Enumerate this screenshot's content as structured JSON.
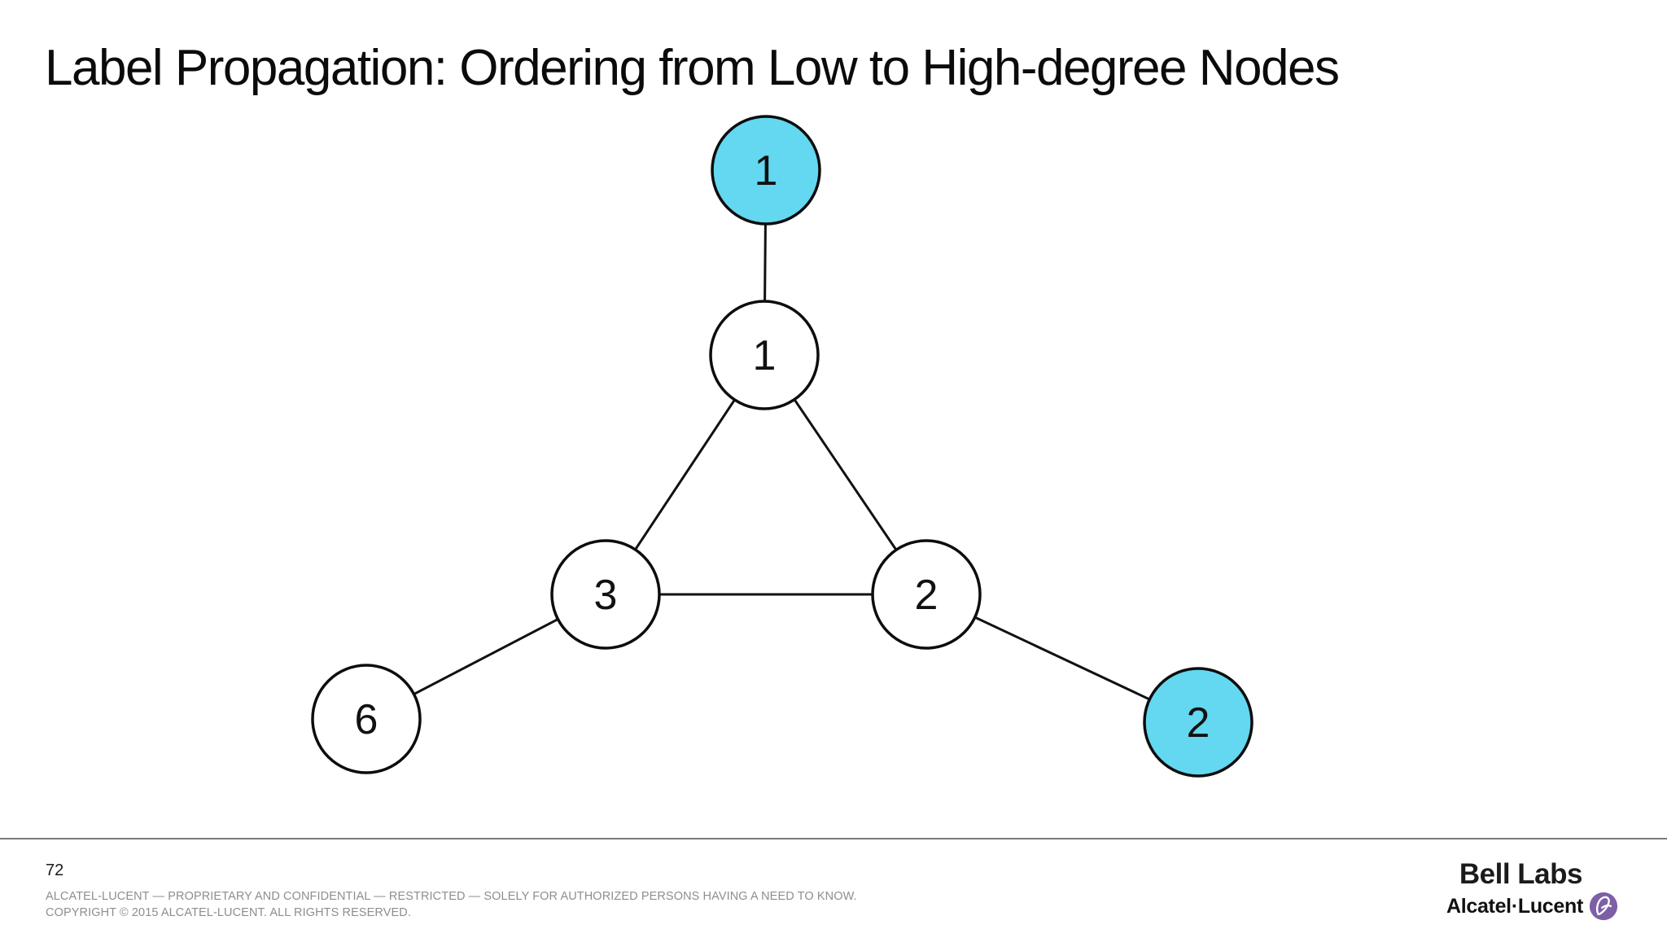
{
  "slide": {
    "title": "Label Propagation: Ordering from Low to High-degree Nodes",
    "page_number": "72",
    "confidentiality": "ALCATEL-LUCENT — PROPRIETARY AND CONFIDENTIAL — RESTRICTED — SOLELY FOR AUTHORIZED PERSONS HAVING A NEED TO KNOW.",
    "copyright": "COPYRIGHT © 2015 ALCATEL-LUCENT. ALL RIGHTS RESERVED."
  },
  "brand": {
    "bell_labs": "Bell Labs",
    "alcatel_lucent": "Alcatel·Lucent",
    "logo_color": "#7d5fa7"
  },
  "graph": {
    "colors": {
      "highlight_fill": "#63d8f0",
      "default_fill": "#ffffff",
      "stroke": "#111111"
    },
    "nodes": [
      {
        "id": "top",
        "label": "1",
        "highlighted": true
      },
      {
        "id": "center",
        "label": "1",
        "highlighted": false
      },
      {
        "id": "left",
        "label": "3",
        "highlighted": false
      },
      {
        "id": "right",
        "label": "2",
        "highlighted": false
      },
      {
        "id": "bottom-left",
        "label": "6",
        "highlighted": false
      },
      {
        "id": "bottom-right",
        "label": "2",
        "highlighted": true
      }
    ],
    "edges": [
      [
        "top",
        "center"
      ],
      [
        "center",
        "left"
      ],
      [
        "center",
        "right"
      ],
      [
        "left",
        "right"
      ],
      [
        "left",
        "bottom-left"
      ],
      [
        "right",
        "bottom-right"
      ]
    ]
  }
}
